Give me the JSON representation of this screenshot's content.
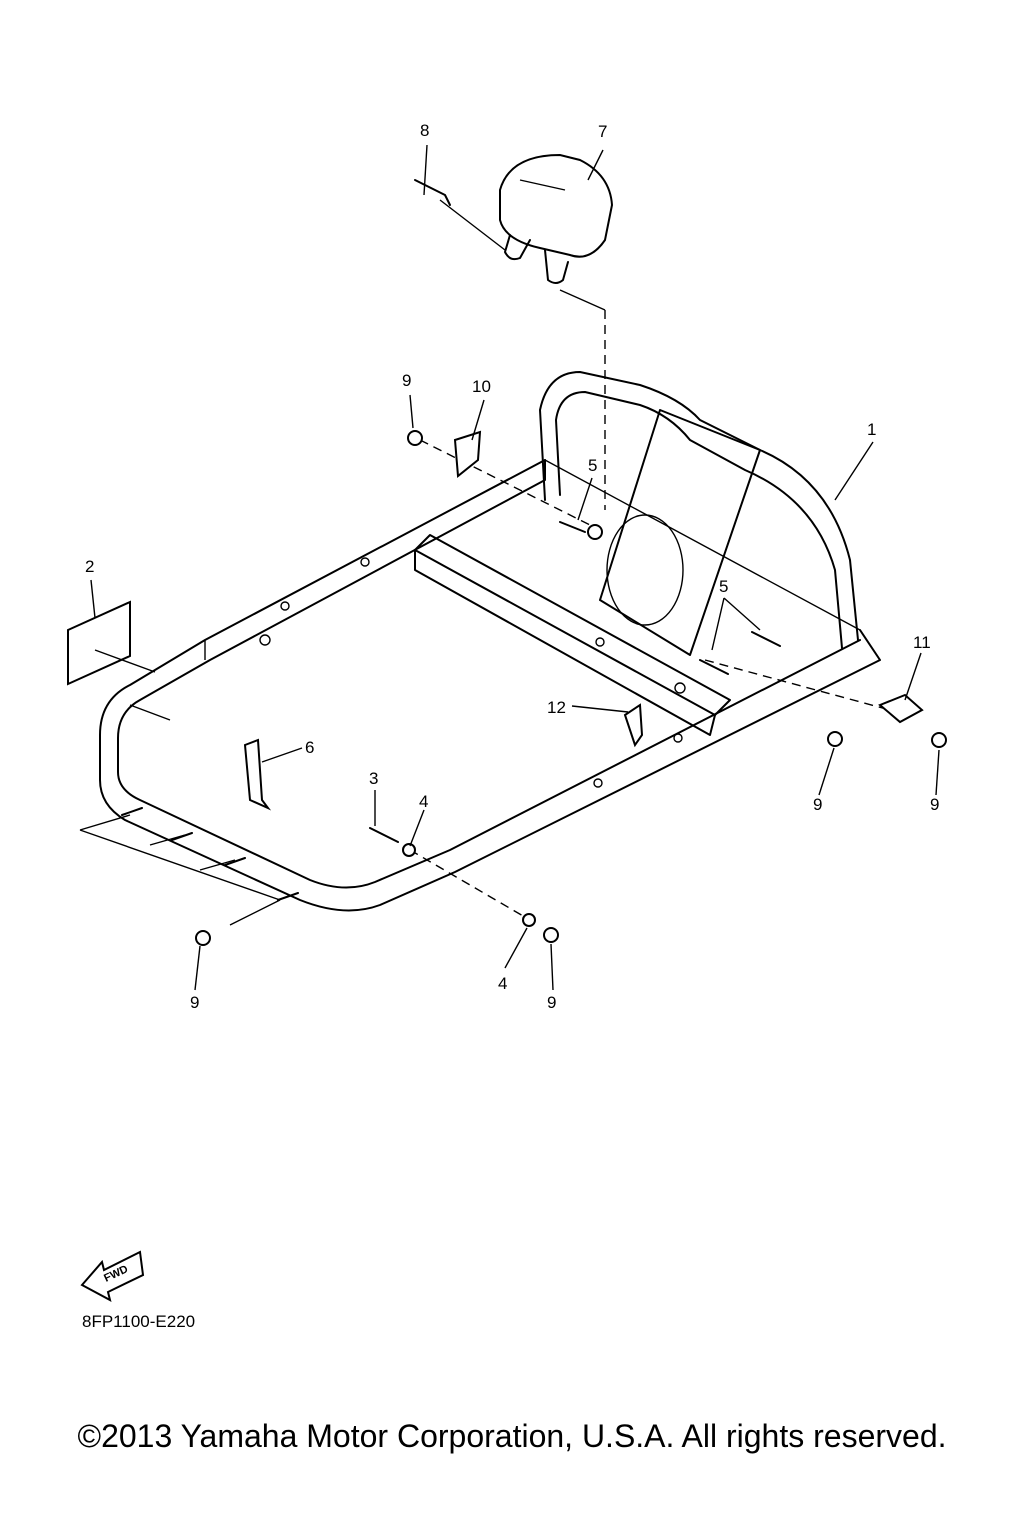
{
  "callouts": {
    "c1": "1",
    "c2": "2",
    "c3": "3",
    "c4a": "4",
    "c4b": "4",
    "c5a": "5",
    "c5b": "5",
    "c6": "6",
    "c7": "7",
    "c8": "8",
    "c9a": "9",
    "c9b": "9",
    "c9c": "9",
    "c9d": "9",
    "c9e": "9",
    "c10": "10",
    "c11": "11",
    "c12": "12"
  },
  "fwd_label": "FWD",
  "drawing_code": "8FP1100-E220",
  "copyright": "©2013 Yamaha Motor Corporation, U.S.A. All rights reserved."
}
